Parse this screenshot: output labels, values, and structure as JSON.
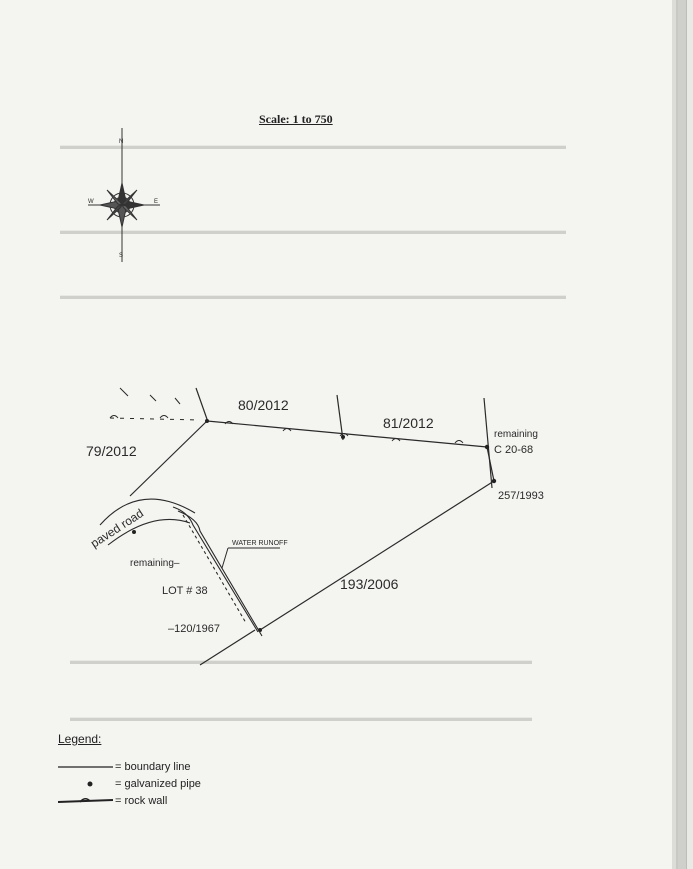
{
  "scale": "Scale: 1 to 750",
  "compass": {
    "n": "N",
    "s": "S",
    "e": "E",
    "w": "W"
  },
  "parcels": {
    "p79": "79/2012",
    "p80": "80/2012",
    "p81": "81/2012",
    "remaining_top": "remaining",
    "c_code": "C 20-68",
    "p257": "257/1993",
    "p193": "193/2006",
    "p120": "–120/1967",
    "lot": "LOT # 38",
    "remaining_left": "remaining–",
    "water": "WATER RUNOFF",
    "paved_road": "paved road"
  },
  "legend": {
    "title": "Legend:",
    "boundary": "= boundary line",
    "pipe": "= galvanized pipe",
    "rock": "= rock wall"
  }
}
